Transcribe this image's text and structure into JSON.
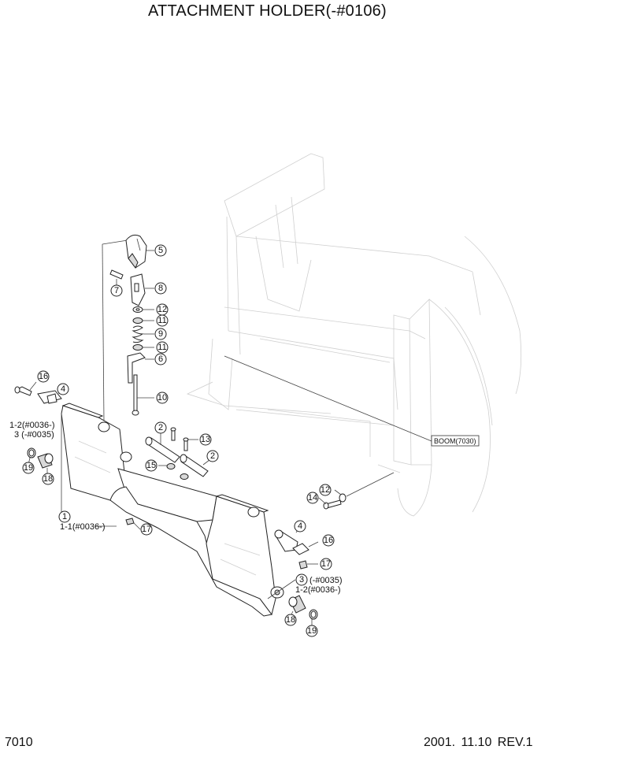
{
  "title": "ATTACHMENT HOLDER(-#0106)",
  "footer": {
    "page_number": "7010",
    "date_rev": "2001. 11.10  REV.1"
  },
  "boom_label": "BOOM(7030)",
  "callouts": {
    "c5": "5",
    "c7": "7",
    "c8": "8",
    "c12a": "12",
    "c11a": "11",
    "c9": "9",
    "c11b": "11",
    "c6": "6",
    "c10": "10",
    "c16a": "16",
    "c4a": "4",
    "c2a": "2",
    "c13": "13",
    "c15": "15",
    "c2b": "2",
    "c19a": "19",
    "c18a": "18",
    "c1": "1",
    "c17a": "17",
    "c12b": "12",
    "c14": "14",
    "c4b": "4",
    "c16b": "16",
    "c17b": "17",
    "c3b": "3",
    "c18b": "18",
    "c19b": "19"
  },
  "text_labels": {
    "left_a": "1-2(#0036-)",
    "left_b": "3 (-#0035)",
    "bottom_left": "1-1(#0036-)",
    "right_a": "(-#0035)",
    "right_b": "1-2(#0036-)"
  }
}
